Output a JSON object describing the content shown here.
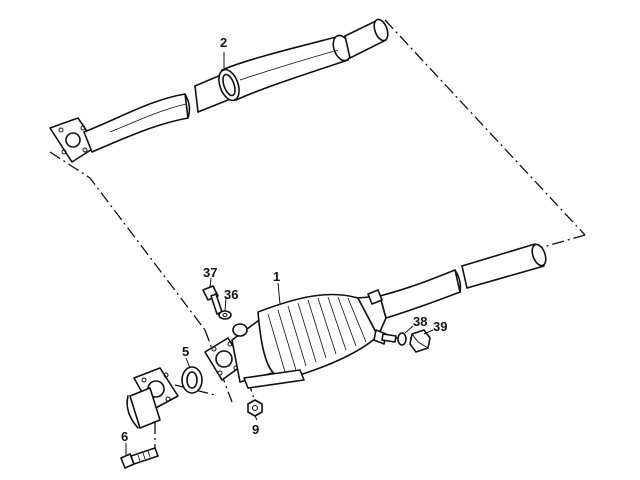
{
  "callouts": {
    "c1": "1",
    "c2": "2",
    "c5": "5",
    "c6": "6",
    "c9": "9",
    "c36": "36",
    "c37": "37",
    "c38": "38",
    "c39": "39"
  },
  "colors": {
    "ink": "#111111",
    "paper": "#ffffff"
  }
}
